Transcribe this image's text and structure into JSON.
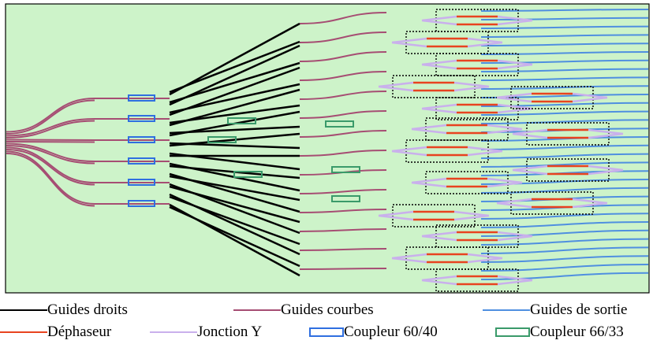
{
  "colors": {
    "background": "#cdf3c9",
    "straight": "#000000",
    "bend": "#a64d73",
    "output": "#4f8fe0",
    "phase": "#e8431f",
    "junction": "#c9b0ec",
    "coupler6040": "#2f6fe0",
    "coupler6633": "#3a9a6a",
    "box": "#000000"
  },
  "legend": {
    "guides_droits": "Guides droits",
    "guides_courbes": "Guides courbes",
    "guides_sortie": "Guides de sortie",
    "dephaseur": "Déphaseur",
    "jonction_y": "Jonction Y",
    "coupleur_6040": "Coupleur 60/40",
    "coupleur_6633": "Coupleur 66/33"
  }
}
